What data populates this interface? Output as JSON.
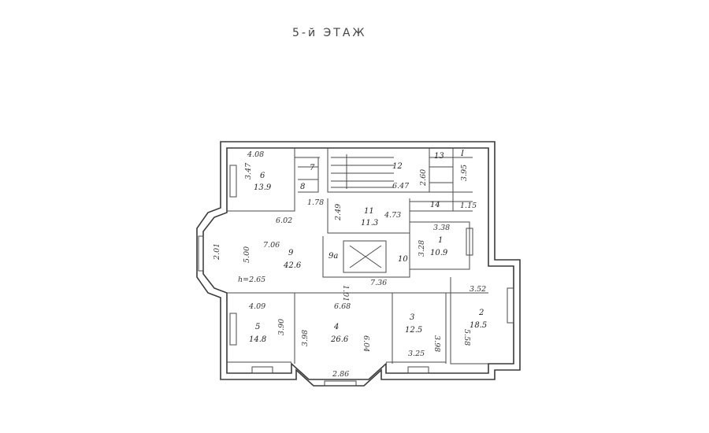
{
  "title": "5-й ЭТАЖ",
  "rooms": [
    {
      "id": "r6",
      "number": "6",
      "area": "13.9"
    },
    {
      "id": "r12",
      "number": "12"
    },
    {
      "id": "r13",
      "number": "13"
    },
    {
      "id": "rI",
      "number": "I"
    },
    {
      "id": "r14",
      "number": "14"
    },
    {
      "id": "r11",
      "number": "11",
      "area": "11.3"
    },
    {
      "id": "r1",
      "number": "1",
      "area": "10.9"
    },
    {
      "id": "r9",
      "number": "9",
      "area": "42.6"
    },
    {
      "id": "r9a",
      "number": "9а"
    },
    {
      "id": "r10",
      "number": "10"
    },
    {
      "id": "r8",
      "number": "8"
    },
    {
      "id": "r7",
      "number": "7"
    },
    {
      "id": "r2",
      "number": "2",
      "area": "18.5"
    },
    {
      "id": "r5",
      "number": "5",
      "area": "14.8"
    },
    {
      "id": "r4",
      "number": "4",
      "area": "26.6"
    },
    {
      "id": "r3",
      "number": "3",
      "area": "12.5"
    }
  ],
  "dimensions": [
    "4.08",
    "3.47",
    "6.02",
    "1.78",
    "2.60",
    "6.47",
    "3.95",
    "1.15",
    "2.49",
    "4.73",
    "3.38",
    "3.28",
    "7.06",
    "5.00",
    "2.01",
    "h=2.65",
    "1.01",
    "7.36",
    "3.52",
    "5.58",
    "4.09",
    "6.68",
    "3.90",
    "3.98",
    "6.04",
    "3.98",
    "3.25",
    "2.86"
  ]
}
